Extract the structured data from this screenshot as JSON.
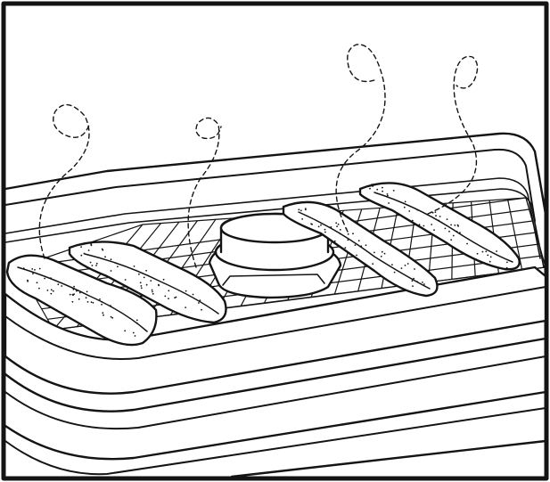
{
  "illustration": {
    "subject": "food-dehydrator-tray-with-jerky",
    "colors": {
      "ink": "#141414",
      "paper": "#ffffff"
    },
    "jerky_strip_count": 4,
    "steam_wisp_count": 4,
    "stacked_tray_rims": 3
  }
}
